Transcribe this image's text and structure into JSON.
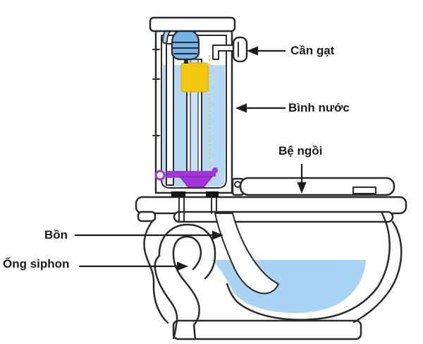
{
  "diagram": {
    "title": "toilet-cross-section",
    "labels": {
      "lever": "Cần gạt",
      "tank": "Bình nước",
      "seat": "Bệ ngồi",
      "bowl": "Bồn",
      "siphon": "Ống siphon"
    },
    "colors": {
      "outline": "#2a2a2a",
      "label_text": "#1c1c1c",
      "tank_water": "#b5d8f4",
      "bowl_water": "#a9d3f3",
      "fill_valve_blue": "#74b4e8",
      "refill_tube_blue": "#9ecdf0",
      "overflow_tube_blue": "#c7e2f8",
      "float_yellow": "#f2c70e",
      "flapper_purple": "#a335d8",
      "chain_yellow": "#dccf55"
    }
  }
}
